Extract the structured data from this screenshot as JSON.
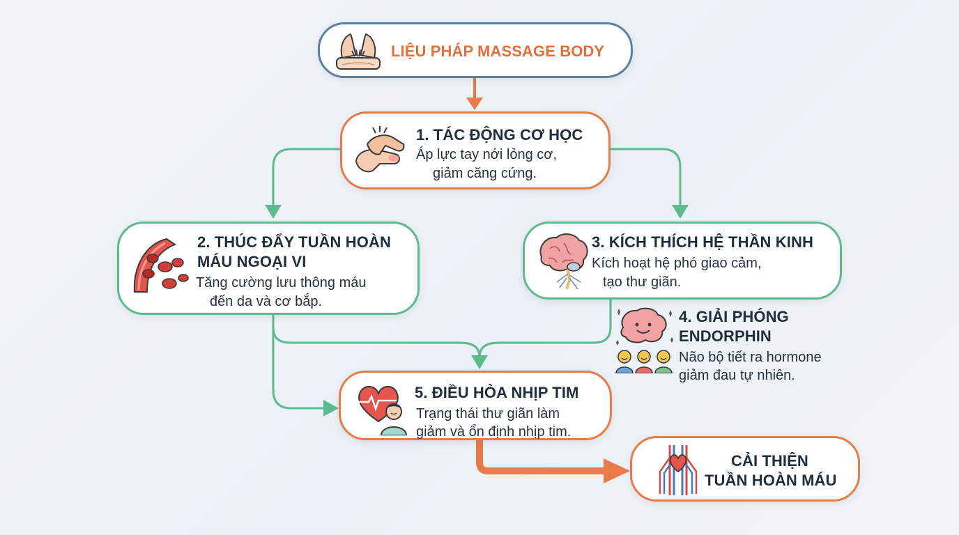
{
  "colors": {
    "blue": "#5a80a8",
    "orange": "#e77b4a",
    "green": "#5fb98e",
    "title_orange": "#e2703c"
  },
  "nodes": {
    "root": {
      "title": "LIỆU PHÁP MASSAGE BODY",
      "icon": "massage-hands-icon"
    },
    "n1": {
      "title": "1. TÁC ĐỘNG CƠ HỌC",
      "desc_line1": "Áp lực tay nới lỏng cơ,",
      "desc_line2": "giảm căng cứng.",
      "icon": "hand-pressure-icon"
    },
    "n2": {
      "title_line1": "2. THÚC ĐẨY TUẦN HOÀN",
      "title_line2": "MÁU NGOẠI VI",
      "desc_line1": "Tăng cường lưu thông máu",
      "desc_line2": "đến da và cơ bắp.",
      "icon": "blood-vessel-icon"
    },
    "n3": {
      "title": "3. KÍCH THÍCH HỆ THẦN KINH",
      "desc_line1": "Kích hoạt hệ phó giao cảm,",
      "desc_line2": "tạo thư giãn.",
      "icon": "brain-nerve-icon"
    },
    "n4": {
      "title_line1": "4. GIẢI PHÓNG",
      "title_line2": "ENDORPHIN",
      "desc_line1": "Não bộ tiết ra hormone",
      "desc_line2": "giảm đau tự nhiên.",
      "icon": "happy-brain-people-icon"
    },
    "n5": {
      "title": "5. ĐIỀU HÒA NHỊP TIM",
      "desc_line1": "Trạng thái thư giãn làm",
      "desc_line2": "giảm và ổn định nhịp tim.",
      "icon": "heart-person-icon"
    },
    "result": {
      "title_line1": "CẢI THIỆN",
      "title_line2": "TUẦN HOÀN MÁU",
      "icon": "circulatory-system-icon"
    }
  }
}
